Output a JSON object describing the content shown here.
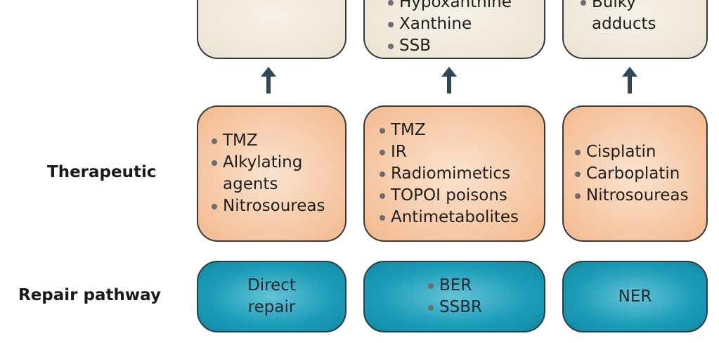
{
  "rows": {
    "therapeutic": "Therapeutic",
    "repair": "Repair pathway"
  },
  "columns": [
    {
      "lesion": [],
      "therapeutic": [
        "TMZ",
        "Alkylating agents",
        "Nitrosoureas"
      ],
      "repair_text": "Direct\nrepair",
      "repair_bullets": []
    },
    {
      "lesion": [
        "Hypoxanthine",
        "Xanthine",
        "SSB"
      ],
      "therapeutic": [
        "TMZ",
        "IR",
        "Radiomimetics",
        "TOPOI poisons",
        "Antimetabolites"
      ],
      "repair_text": "",
      "repair_bullets": [
        "BER",
        "SSBR"
      ]
    },
    {
      "lesion": [
        "Bulky adducts"
      ],
      "therapeutic": [
        "Cisplatin",
        "Carboplatin",
        "Nitrosoureas"
      ],
      "repair_text": "NER",
      "repair_bullets": []
    }
  ],
  "colors": {
    "lesion_fill": "#ece2d1",
    "therapeutic_fill": "#f3b98e",
    "repair_fill": "#1b9cb8",
    "arrow": "#2f4858"
  },
  "icons": [
    "up-arrow-icon",
    "bullet-dot-icon"
  ]
}
